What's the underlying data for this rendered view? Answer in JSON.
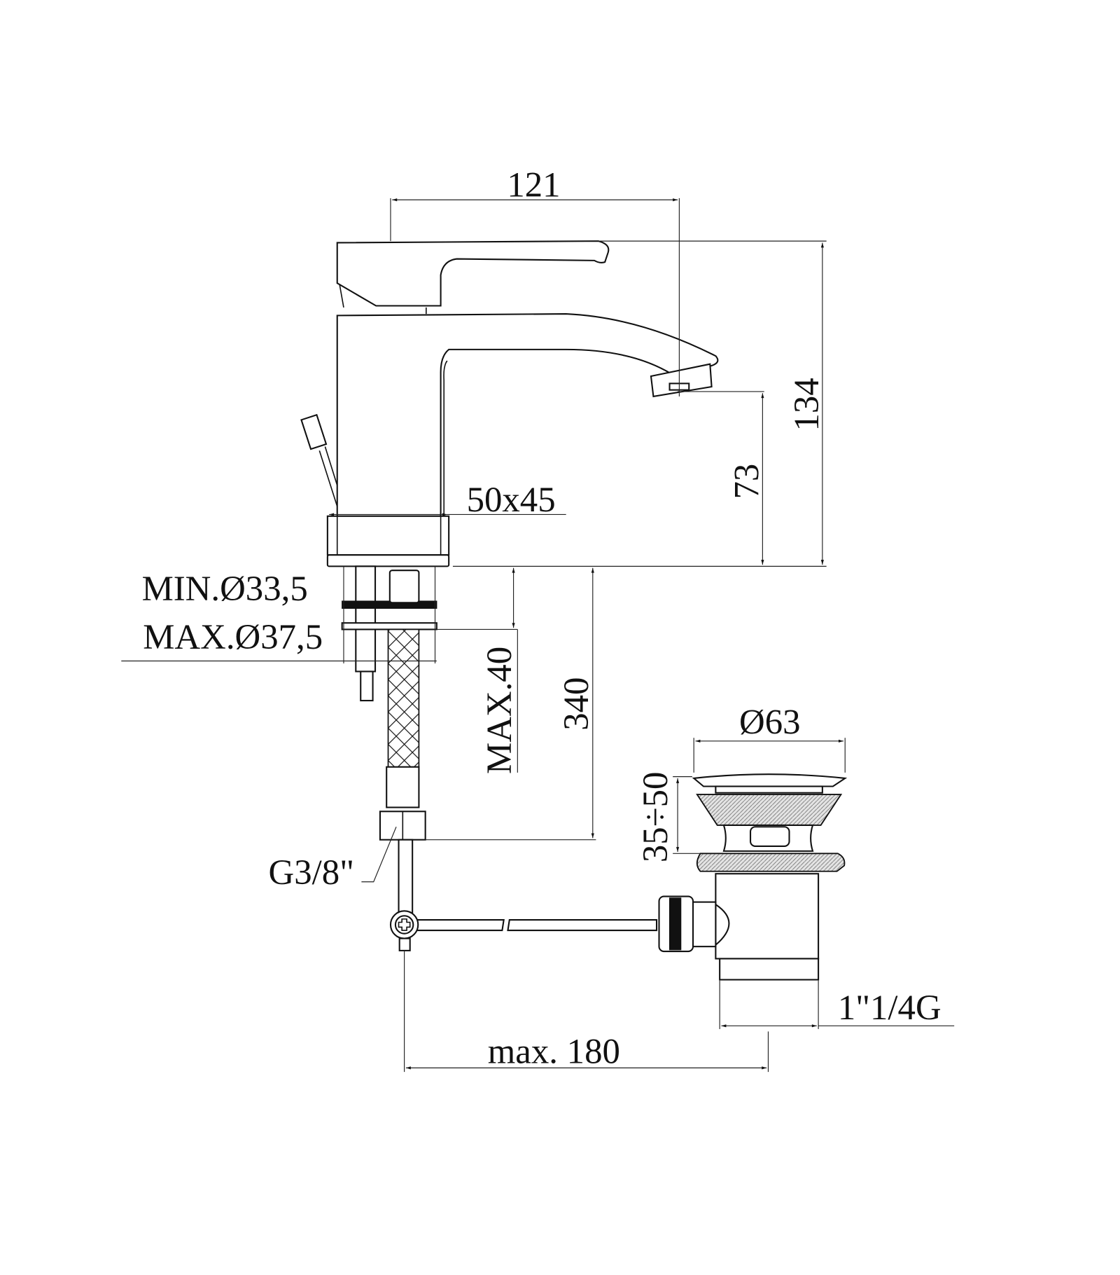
{
  "drawing": {
    "title": "Basin mixer technical drawing",
    "dimensions": {
      "overall_length": "121",
      "overall_height": "134",
      "spout_height": "73",
      "base_size": "50x45",
      "hole_min": "MIN.Ø33,5",
      "hole_max": "MAX.Ø37,5",
      "deck_thickness": "MAX.40",
      "hose_length": "340",
      "hose_thread": "G3/8\"",
      "drain_diameter": "Ø63",
      "drain_height": "35÷50",
      "drain_thread": "1\"1/4G",
      "rod_distance": "max. 180"
    }
  }
}
